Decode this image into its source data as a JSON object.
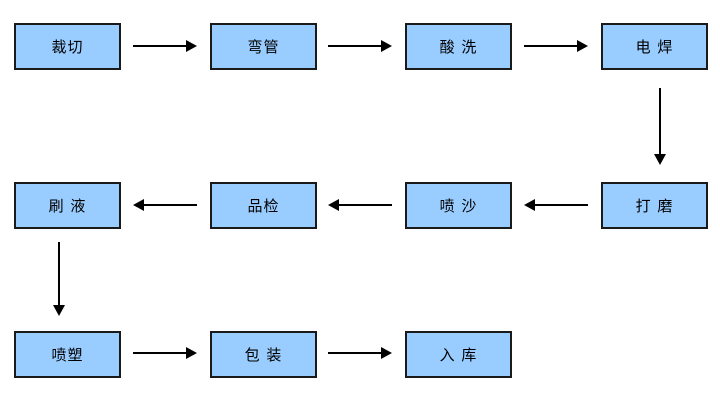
{
  "diagram": {
    "type": "process-flowchart",
    "colors": {
      "node_fill": "#99CCFF",
      "node_border": "#1A1A1A",
      "arrow": "#000000",
      "text": "#000000",
      "background": "#FFFFFF"
    },
    "nodes": [
      {
        "label": "裁切"
      },
      {
        "label": "弯管"
      },
      {
        "label": "酸 洗"
      },
      {
        "label": "电 焊"
      },
      {
        "label": "刷 液"
      },
      {
        "label": "品检"
      },
      {
        "label": "喷 沙"
      },
      {
        "label": "打 磨"
      },
      {
        "label": "喷塑"
      },
      {
        "label": "包 装"
      },
      {
        "label": "入 库"
      }
    ],
    "connections": [
      {
        "from": "裁切",
        "to": "弯管",
        "direction": "right"
      },
      {
        "from": "弯管",
        "to": "酸 洗",
        "direction": "right"
      },
      {
        "from": "酸 洗",
        "to": "电 焊",
        "direction": "right"
      },
      {
        "from": "电 焊",
        "to": "打 磨",
        "direction": "down"
      },
      {
        "from": "打 磨",
        "to": "喷 沙",
        "direction": "left"
      },
      {
        "from": "喷 沙",
        "to": "品检",
        "direction": "left"
      },
      {
        "from": "品检",
        "to": "刷 液",
        "direction": "left"
      },
      {
        "from": "刷 液",
        "to": "喷塑",
        "direction": "down"
      },
      {
        "from": "喷塑",
        "to": "包 装",
        "direction": "right"
      },
      {
        "from": "包 装",
        "to": "入 库",
        "direction": "right"
      }
    ]
  }
}
